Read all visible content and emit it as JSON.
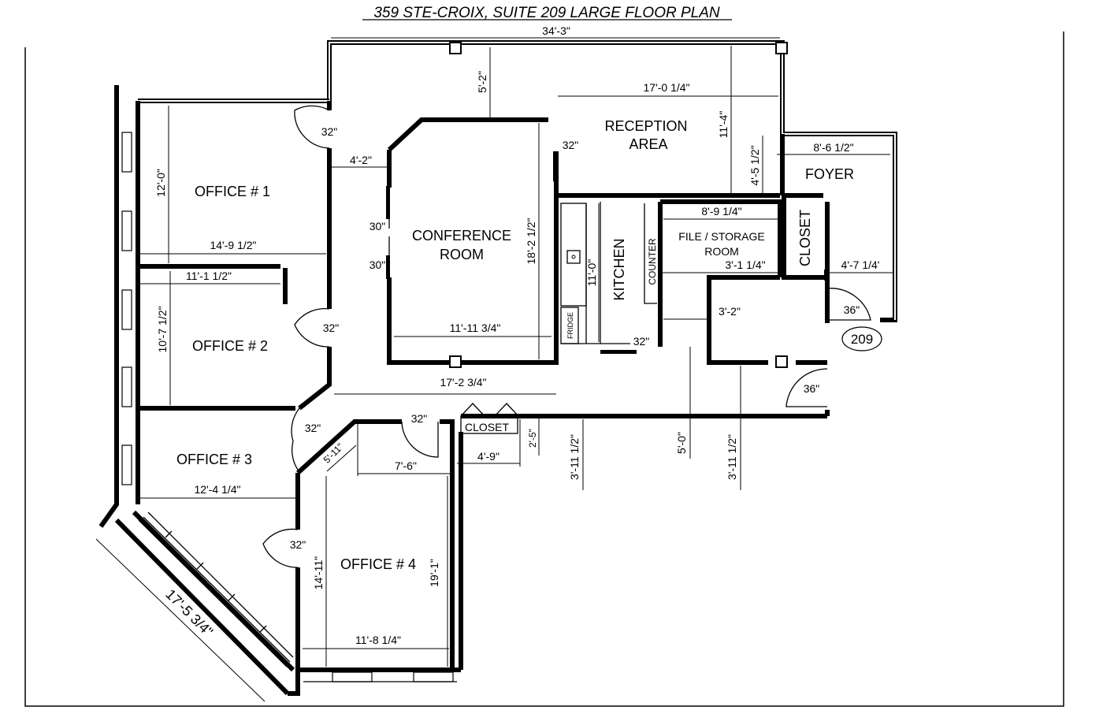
{
  "title": "359 STE-CROIX, SUITE 209 LARGE FLOOR PLAN",
  "suite_number": "209",
  "rooms": {
    "office1": "OFFICE # 1",
    "office2": "OFFICE # 2",
    "office3": "OFFICE # 3",
    "office4": "OFFICE # 4",
    "conference_l1": "CONFERENCE",
    "conference_l2": "ROOM",
    "reception_l1": "RECEPTION",
    "reception_l2": "AREA",
    "foyer": "FOYER",
    "kitchen": "KITCHEN",
    "counter": "COUNTER",
    "fridge": "FRIDGE",
    "file_l1": "FILE / STORAGE",
    "file_l2": "ROOM",
    "closet_vertical": "CLOSET",
    "closet_small": "CLOSET"
  },
  "dimensions": {
    "overall_width": "34'-3\"",
    "d_5_2": "5'-2\"",
    "d_17_0_1_4": "17'-0 1/4\"",
    "d_11_4": "11'-4\"",
    "d_4_5_1_2": "4'-5 1/2\"",
    "d_8_6_1_2": "8'-6 1/2\"",
    "d_12_0": "12'-0\"",
    "d_14_9_1_2": "14'-9 1/2\"",
    "d_4_2": "4'-2\"",
    "d_18_2_1_2": "18'-2 1/2\"",
    "d_11_11_3_4": "11'-11 3/4\"",
    "d_11_0": "11'-0\"",
    "d_8_9_1_4": "8'-9 1/4\"",
    "d_3_1_1_4": "3'-1 1/4\"",
    "d_4_7_1_4": "4'-7 1/4'",
    "d_3_2": "3'-2\"",
    "d_11_1_1_2": "11'-1 1/2\"",
    "d_10_7_1_2": "10'-7 1/2\"",
    "d_17_2_3_4": "17'-2 3/4\"",
    "d_5_11": "5'-11\"",
    "d_7_6": "7'-6\"",
    "d_4_9": "4'-9\"",
    "d_2_5": "2'-5\"",
    "d_3_11_1_2_a": "3'-11 1/2\"",
    "d_5_0": "5'-0\"",
    "d_3_11_1_2_b": "3'-11 1/2\"",
    "d_12_4_1_4": "12'-4 1/4\"",
    "d_14_11": "14'-11\"",
    "d_19_1": "19'-1\"",
    "d_11_8_1_4": "11'-8 1/4\"",
    "d_17_5_3_4": "17'-5 3/4\""
  },
  "doors": {
    "office1": "32\"",
    "conf_1": "30\"",
    "conf_2": "30\"",
    "conf_main": "32\"",
    "office2": "32\"",
    "kitchen": "32\"",
    "entry": "36\"",
    "lower": "36\"",
    "office3": "32\"",
    "closet": "32\"",
    "office4": "32\""
  }
}
